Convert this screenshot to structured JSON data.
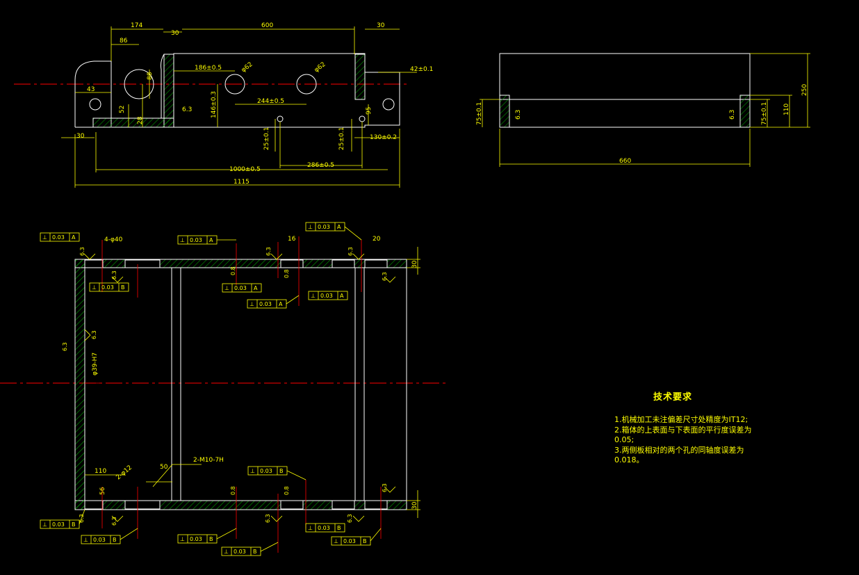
{
  "colors": {
    "background": "#000000",
    "outline": "#ffffff",
    "dimension": "#ffff00",
    "center_line": "#ff0000",
    "hatch": "#00a000",
    "leader": "#ff0000"
  },
  "top_view": {
    "dims": [
      "174",
      "86",
      "30",
      "600",
      "30",
      "88",
      "186±0.5",
      "φ62",
      "φ62",
      "42±0.1",
      "43",
      "146±0.3",
      "244±0.5",
      "52",
      "28",
      "95",
      "6.3",
      "30",
      "25±0.1",
      "25±0.1",
      "130±0.2",
      "1000±0.5",
      "286±0.5",
      "1115"
    ]
  },
  "side_view": {
    "dims": [
      "250",
      "110",
      "75±0.1",
      "75±0.1",
      "6.3",
      "6.3",
      "660"
    ]
  },
  "bottom_view": {
    "roughness": "6.3",
    "roughness_small": "0.8",
    "gdt_value": "0.03",
    "datum_a": "A",
    "datum_b": "B",
    "perp_symbol": "⊥",
    "callouts": [
      "4-φ40",
      "16",
      "20",
      "2-M10-7H",
      "50",
      "110",
      "2-φ12",
      "φ39-H7",
      "30",
      "30",
      "56"
    ]
  },
  "tech_requirements": {
    "title": "技术要求",
    "lines": [
      "1.机械加工未注偏差尺寸处精度为IT12;",
      "2.箱体的上表面与下表面的平行度误差为",
      "0.05;",
      "3.两侧板相对的两个孔的同轴度误差为",
      "0.018。"
    ]
  }
}
